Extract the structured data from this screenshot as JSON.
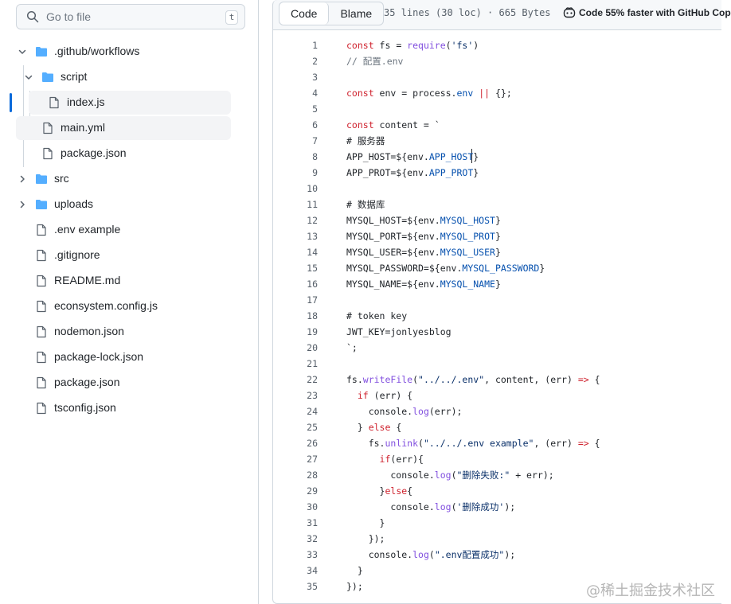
{
  "search": {
    "placeholder": "Go to file",
    "shortcut": "t"
  },
  "tree": [
    {
      "label": ".github/workflows",
      "type": "folder",
      "depth": 0,
      "expanded": true
    },
    {
      "label": "script",
      "type": "folder",
      "depth": 1,
      "expanded": true
    },
    {
      "label": "index.js",
      "type": "file",
      "depth": 2,
      "active": true
    },
    {
      "label": "main.yml",
      "type": "file",
      "depth": 1
    },
    {
      "label": "package.json",
      "type": "file",
      "depth": 1
    },
    {
      "label": "src",
      "type": "folder",
      "depth": 0,
      "expanded": false
    },
    {
      "label": "uploads",
      "type": "folder",
      "depth": 0,
      "expanded": false
    },
    {
      "label": ".env example",
      "type": "file",
      "depth": 0
    },
    {
      "label": ".gitignore",
      "type": "file",
      "depth": 0
    },
    {
      "label": "README.md",
      "type": "file",
      "depth": 0
    },
    {
      "label": "econsystem.config.js",
      "type": "file",
      "depth": 0
    },
    {
      "label": "nodemon.json",
      "type": "file",
      "depth": 0
    },
    {
      "label": "package-lock.json",
      "type": "file",
      "depth": 0
    },
    {
      "label": "package.json",
      "type": "file",
      "depth": 0
    },
    {
      "label": "tsconfig.json",
      "type": "file",
      "depth": 0
    }
  ],
  "header": {
    "code_tab": "Code",
    "blame_tab": "Blame",
    "meta": "35 lines (30 loc) · 665 Bytes",
    "copilot": "Code 55% faster with GitHub Cop"
  },
  "code_lines": [
    "const fs = require('fs')",
    "// 配置.env",
    "",
    "const env = process.env || {};",
    "",
    "const content = `",
    "# 服务器",
    "APP_HOST=${env.APP_HOST}",
    "APP_PROT=${env.APP_PROT}",
    "",
    "# 数据库",
    "MYSQL_HOST=${env.MYSQL_HOST}",
    "MYSQL_PORT=${env.MYSQL_PROT}",
    "MYSQL_USER=${env.MYSQL_USER}",
    "MYSQL_PASSWORD=${env.MYSQL_PASSWORD}",
    "MYSQL_NAME=${env.MYSQL_NAME}",
    "",
    "# token key",
    "JWT_KEY=jonlyesblog",
    "`;",
    "",
    "fs.writeFile(\"../../.env\", content, (err) => {",
    "  if (err) {",
    "    console.log(err);",
    "  } else {",
    "    fs.unlink(\"../../.env example\", (err) => {",
    "      if(err){",
    "        console.log(\"删除失败:\" + err);",
    "      }else{",
    "        console.log('删除成功');",
    "      }",
    "    });",
    "    console.log(\".env配置成功\");",
    "  }",
    "});"
  ],
  "watermark": "@稀土掘金技术社区",
  "colors": {
    "accent": "#0969da",
    "folder": "#54aeff",
    "keyword": "#cf222e",
    "function": "#8250df",
    "string": "#0a3069"
  }
}
